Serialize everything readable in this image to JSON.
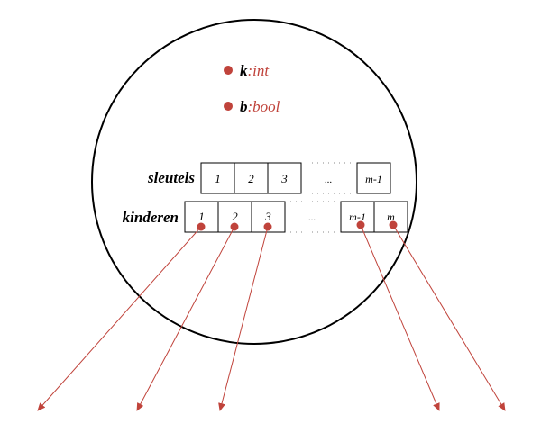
{
  "fields": [
    {
      "name": "k",
      "separator": ":",
      "type": "int"
    },
    {
      "name": "b",
      "separator": ":",
      "type": "bool"
    }
  ],
  "keys_row": {
    "label": "sleutels",
    "cells": [
      "1",
      "2",
      "3"
    ],
    "ellipsis": "...",
    "last_cell": "m-1"
  },
  "children_row": {
    "label": "kinderen",
    "cells": [
      "1",
      "2",
      "3"
    ],
    "ellipsis": "...",
    "last_cells": [
      "m-1",
      "m"
    ]
  },
  "colors": {
    "accent": "#c0433b",
    "ink": "#000000",
    "dots": "#888888"
  }
}
